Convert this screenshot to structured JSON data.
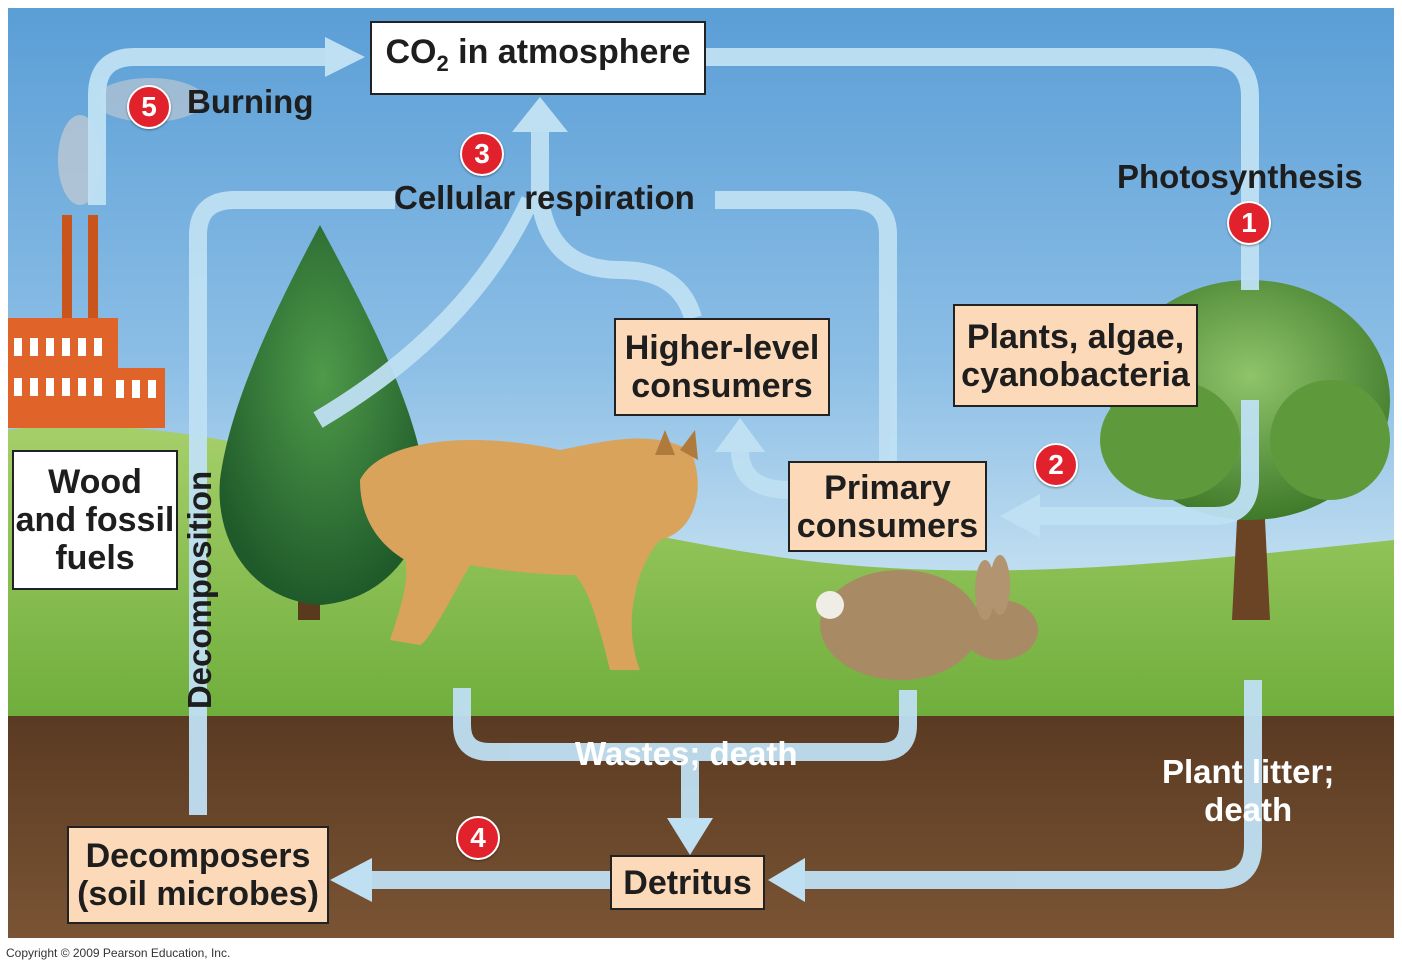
{
  "nodes": {
    "co2_atmosphere": {
      "main": "CO",
      "sub": "2",
      "rest": " in atmosphere"
    },
    "higher_level_consumers": [
      "Higher-level",
      "consumers"
    ],
    "plants": [
      "Plants, algae,",
      "cyanobacteria"
    ],
    "primary_consumers": [
      "Primary",
      "consumers"
    ],
    "wood_fossil_fuels": [
      "Wood",
      "and fossil",
      "fuels"
    ],
    "decomposers": [
      "Decomposers",
      "(soil microbes)"
    ],
    "detritus": "Detritus"
  },
  "processes": {
    "burning": "Burning",
    "cellular_respiration": "Cellular respiration",
    "photosynthesis": "Photosynthesis",
    "decomposition": "Decomposition",
    "wastes_death": "Wastes; death",
    "plant_litter": [
      "Plant litter;",
      "death"
    ]
  },
  "badges": {
    "one": "1",
    "two": "2",
    "three": "3",
    "four": "4",
    "five": "5"
  },
  "footer": {
    "copyright": "Copyright © 2009 Pearson Education, Inc."
  },
  "colors": {
    "sky": "#6fa9dc",
    "ground": "#6b4a2e",
    "grass": "#8cc152",
    "arrow": "#bfe0f3",
    "box": "#fcd9b8",
    "badge": "#e1212b"
  }
}
